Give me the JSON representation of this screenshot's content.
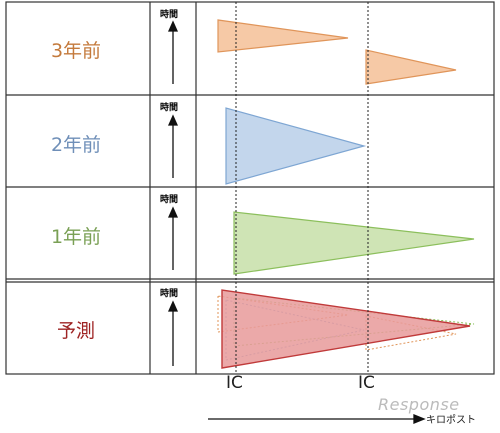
{
  "rows": [
    {
      "label": "3年前",
      "color": "#c47a3c"
    },
    {
      "label": "2年前",
      "color": "#6f8fb8"
    },
    {
      "label": "1年前",
      "color": "#7aa055"
    },
    {
      "label": "予測",
      "color": "#9e2323"
    }
  ],
  "time_label": "時間",
  "ic_labels": [
    "IC",
    "IC"
  ],
  "x_axis_label": "キロポスト",
  "watermark": "Response",
  "colors": {
    "orange_fill": "#f6c9a6",
    "orange_stroke": "#e0955a",
    "blue_fill": "#c3d6ec",
    "blue_stroke": "#7ea6d3",
    "green_fill": "#cfe4b5",
    "green_stroke": "#8cbf5c",
    "red_fill": "#e79a9a",
    "red_stroke": "#c03a3a"
  }
}
